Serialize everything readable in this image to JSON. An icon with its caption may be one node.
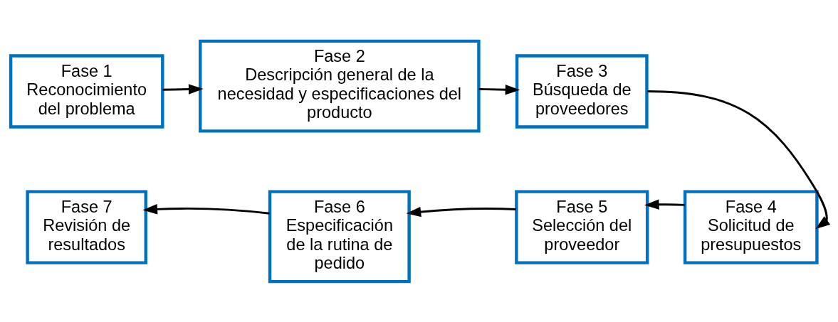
{
  "diagram": {
    "nodes": [
      {
        "text": [
          "Fase 1",
          "Reconocimiento del problema"
        ]
      },
      {
        "text": [
          "Fase 2",
          "Descripción general de la necesidad y especificaciones del producto"
        ]
      },
      {
        "text": [
          "Fase 3",
          "Búsqueda de proveedores"
        ]
      },
      {
        "text": [
          "Fase 4",
          "Solicitud de presupuestos"
        ]
      },
      {
        "text": [
          "Fase 5",
          "Selección del proveedor"
        ]
      },
      {
        "text": [
          "Fase 6",
          "Especificación de la rutina de pedido"
        ]
      },
      {
        "text": [
          "Fase 7",
          "Revisión de resultados"
        ]
      }
    ],
    "edges": [
      {
        "from": 0,
        "to": 1,
        "arrow": "to"
      },
      {
        "from": 1,
        "to": 2,
        "arrow": "to"
      },
      {
        "from": 2,
        "to": 3,
        "arrow": "to"
      },
      {
        "from": 3,
        "to": 4,
        "arrow": "to"
      },
      {
        "from": 4,
        "to": 5,
        "arrow": "to"
      },
      {
        "from": 5,
        "to": 6,
        "arrow": "to"
      }
    ]
  }
}
